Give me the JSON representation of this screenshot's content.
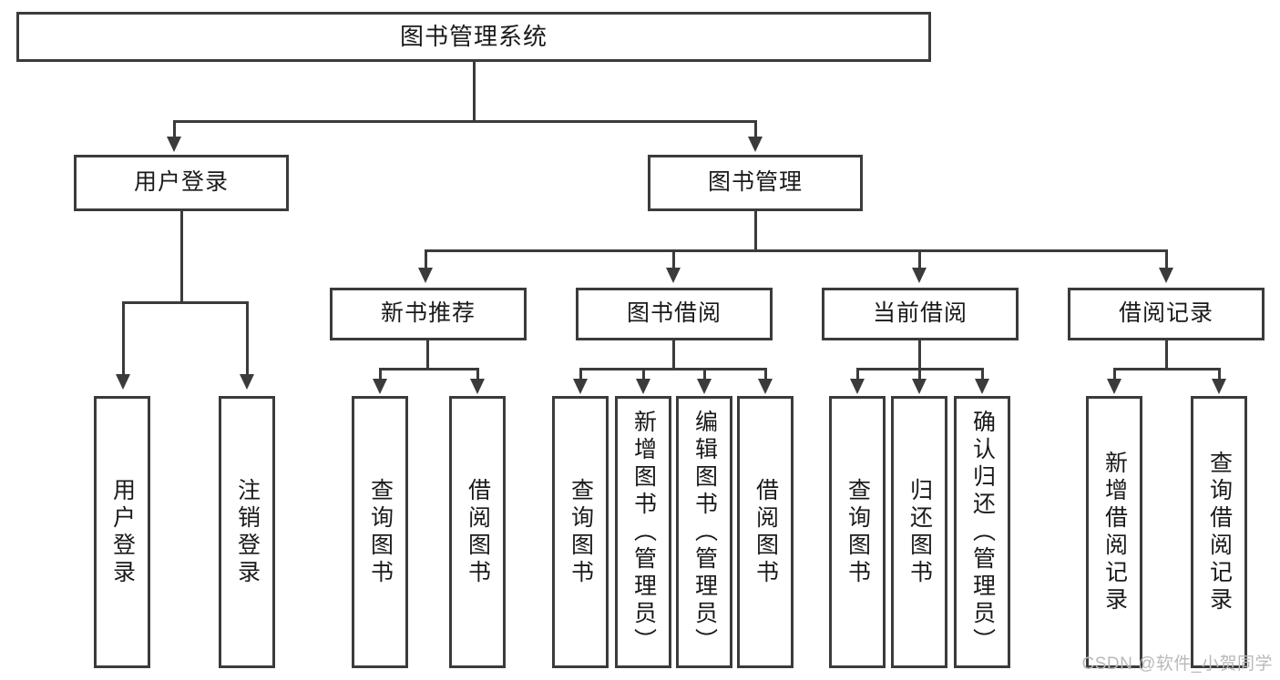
{
  "diagram": {
    "title": "图书管理系统",
    "type": "functional-structure-tree",
    "watermark": "CSDN @软件_小贺同学",
    "colors": {
      "stroke": "#3b3b3b",
      "fill": "#ffffff",
      "text": "#1a1a1a",
      "watermark": "#b9b9b9"
    },
    "root": {
      "label": "图书管理系统"
    },
    "level2": [
      {
        "label": "用户登录"
      },
      {
        "label": "图书管理"
      }
    ],
    "level3": [
      {
        "label": "新书推荐"
      },
      {
        "label": "图书借阅"
      },
      {
        "label": "当前借阅"
      },
      {
        "label": "借阅记录"
      }
    ],
    "leaves": {
      "user_login": [
        {
          "label": "用户登录"
        },
        {
          "label": "注销登录"
        }
      ],
      "new_book": [
        {
          "label": "查询图书"
        },
        {
          "label": "借阅图书"
        }
      ],
      "book_borrow": [
        {
          "label": "查询图书"
        },
        {
          "label": "新增图书（管理员）"
        },
        {
          "label": "编辑图书（管理员）"
        },
        {
          "label": "借阅图书"
        }
      ],
      "current_borrow": [
        {
          "label": "查询图书"
        },
        {
          "label": "归还图书"
        },
        {
          "label": "确认归还（管理员）"
        }
      ],
      "borrow_record": [
        {
          "label": "新增借阅记录"
        },
        {
          "label": "查询借阅记录"
        }
      ]
    }
  }
}
